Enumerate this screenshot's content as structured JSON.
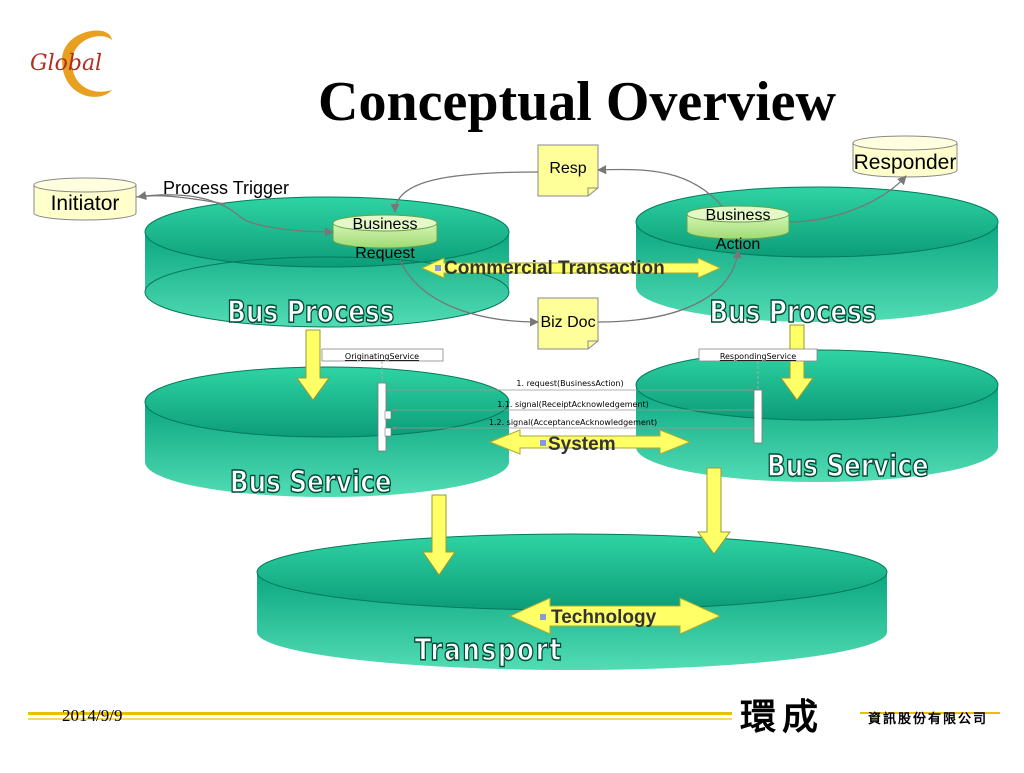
{
  "title": "Conceptual Overview",
  "logo": {
    "text": "Global",
    "icon": "global-swoosh-logo"
  },
  "actors": {
    "initiator": "Initiator",
    "responder": "Responder"
  },
  "labels": {
    "process_trigger": "Process Trigger",
    "business_request": [
      "Business",
      "Request"
    ],
    "business_action": [
      "Business",
      "Action"
    ],
    "resp": "Resp",
    "biz_doc": "Biz Doc"
  },
  "layers": {
    "bus_process": "Bus Process",
    "bus_service": "Bus Service",
    "transport": "Transport"
  },
  "arrows": {
    "commercial_transaction": "Commercial Transaction",
    "system": "System",
    "technology": "Technology"
  },
  "sequence": {
    "originating": "OriginatingService",
    "responding": "RespondingService",
    "msg1": "1. request(BusinessAction)",
    "msg2": "1.1. signal(ReceiptAcknowledgement)",
    "msg3": "1.2. signal(AcceptanceAcknowledgement)"
  },
  "footer": {
    "date": "2014/9/9",
    "company_main": "環成",
    "company_sub": "資訊股份有限公司"
  },
  "colors": {
    "teal_light": "#5ee0b8",
    "teal": "#0fa882",
    "teal_dark": "#047a5c",
    "note_yellow": "#ffff99",
    "arrow_yellow": "#ffff66",
    "actor_fill": "#ffffcc",
    "footer_line": "#e6c200"
  }
}
